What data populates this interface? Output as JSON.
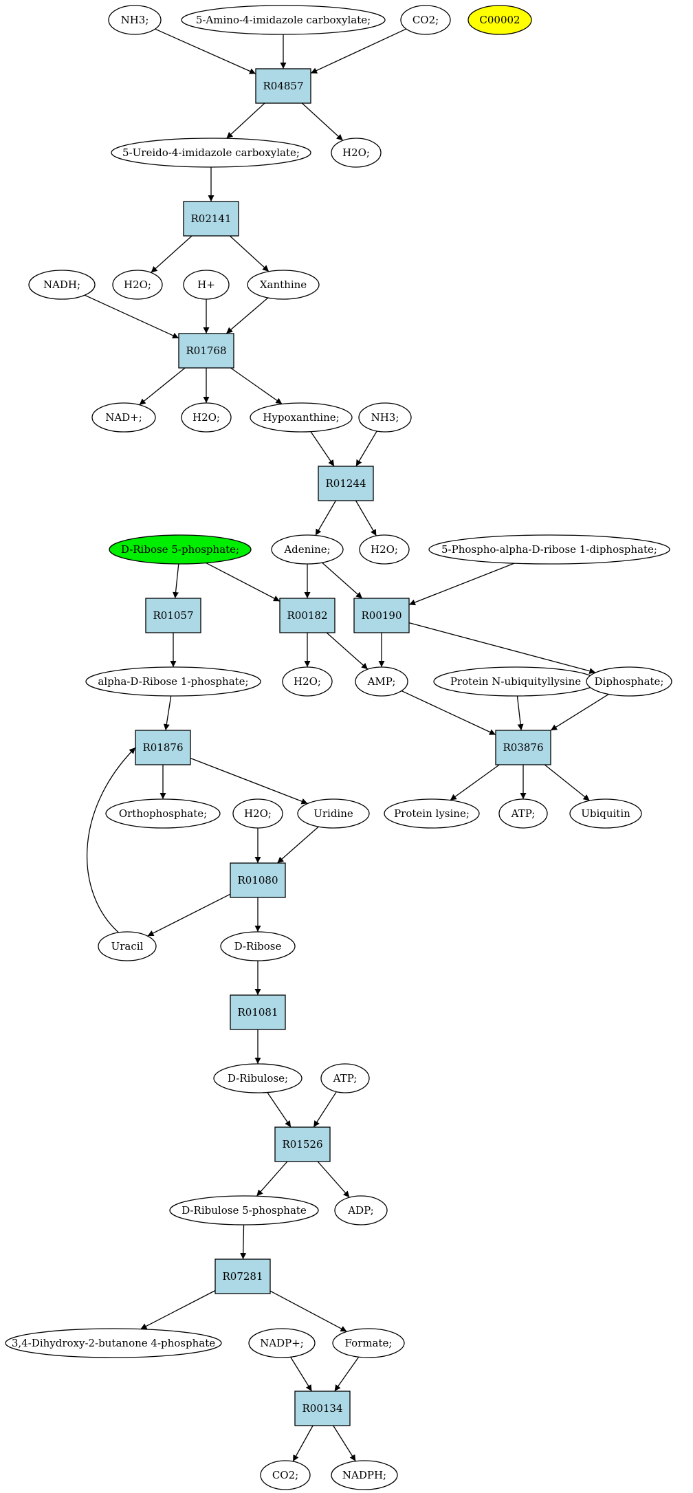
{
  "colors": {
    "reaction_fill": "#add8e6",
    "compound_fill": "#ffffff",
    "highlight_yellow": "#ffff00",
    "highlight_green": "#00ee00",
    "stroke": "#000000"
  },
  "reactions": [
    {
      "id": "R04857",
      "label": "R04857"
    },
    {
      "id": "R02141",
      "label": "R02141"
    },
    {
      "id": "R01768",
      "label": "R01768"
    },
    {
      "id": "R01244",
      "label": "R01244"
    },
    {
      "id": "R01057",
      "label": "R01057"
    },
    {
      "id": "R00182",
      "label": "R00182"
    },
    {
      "id": "R00190",
      "label": "R00190"
    },
    {
      "id": "R01876",
      "label": "R01876"
    },
    {
      "id": "R03876",
      "label": "R03876"
    },
    {
      "id": "R01080",
      "label": "R01080"
    },
    {
      "id": "R01081",
      "label": "R01081"
    },
    {
      "id": "R01526",
      "label": "R01526"
    },
    {
      "id": "R07281",
      "label": "R07281"
    },
    {
      "id": "R00134",
      "label": "R00134"
    }
  ],
  "compounds": [
    {
      "id": "c_nh3_1",
      "label": "NH3;"
    },
    {
      "id": "c_aica",
      "label": "5-Amino-4-imidazole carboxylate;"
    },
    {
      "id": "c_co2_1",
      "label": "CO2;"
    },
    {
      "id": "c_c00002",
      "label": "C00002",
      "color": "highlight_yellow"
    },
    {
      "id": "c_ureido",
      "label": "5-Ureido-4-imidazole carboxylate;"
    },
    {
      "id": "c_h2o_1",
      "label": "H2O;"
    },
    {
      "id": "c_nadh",
      "label": "NADH;"
    },
    {
      "id": "c_h2o_2",
      "label": "H2O;"
    },
    {
      "id": "c_hplus",
      "label": "H+"
    },
    {
      "id": "c_xanthine",
      "label": "Xanthine"
    },
    {
      "id": "c_nadplus",
      "label": "NAD+;"
    },
    {
      "id": "c_h2o_3",
      "label": "H2O;"
    },
    {
      "id": "c_hypoxanthine",
      "label": "Hypoxanthine;"
    },
    {
      "id": "c_nh3_2",
      "label": "NH3;"
    },
    {
      "id": "c_dribose5p",
      "label": "D-Ribose 5-phosphate;",
      "color": "highlight_green"
    },
    {
      "id": "c_adenine",
      "label": "Adenine;"
    },
    {
      "id": "c_h2o_4",
      "label": "H2O;"
    },
    {
      "id": "c_prpp",
      "label": "5-Phospho-alpha-D-ribose 1-diphosphate;"
    },
    {
      "id": "c_adr1p",
      "label": "alpha-D-Ribose 1-phosphate;"
    },
    {
      "id": "c_h2o_5",
      "label": "H2O;"
    },
    {
      "id": "c_amp",
      "label": "AMP;"
    },
    {
      "id": "c_protub",
      "label": "Protein N-ubiquityllysine"
    },
    {
      "id": "c_diphosphate",
      "label": "Diphosphate;"
    },
    {
      "id": "c_ortho",
      "label": "Orthophosphate;"
    },
    {
      "id": "c_h2o_6",
      "label": "H2O;"
    },
    {
      "id": "c_uridine",
      "label": "Uridine"
    },
    {
      "id": "c_protlys",
      "label": "Protein lysine;"
    },
    {
      "id": "c_atp_1",
      "label": "ATP;"
    },
    {
      "id": "c_ubiquitin",
      "label": "Ubiquitin"
    },
    {
      "id": "c_uracil",
      "label": "Uracil"
    },
    {
      "id": "c_dribose",
      "label": "D-Ribose"
    },
    {
      "id": "c_dribulose",
      "label": "D-Ribulose;"
    },
    {
      "id": "c_atp_2",
      "label": "ATP;"
    },
    {
      "id": "c_dribulose5p",
      "label": "D-Ribulose 5-phosphate"
    },
    {
      "id": "c_adp",
      "label": "ADP;"
    },
    {
      "id": "c_dhbp",
      "label": "3,4-Dihydroxy-2-butanone 4-phosphate"
    },
    {
      "id": "c_nadpplus",
      "label": "NADP+;"
    },
    {
      "id": "c_formate",
      "label": "Formate;"
    },
    {
      "id": "c_co2_2",
      "label": "CO2;"
    },
    {
      "id": "c_nadph",
      "label": "NADPH;"
    }
  ],
  "edges": [
    [
      "c_nh3_1",
      "R04857"
    ],
    [
      "c_aica",
      "R04857"
    ],
    [
      "c_co2_1",
      "R04857"
    ],
    [
      "R04857",
      "c_ureido"
    ],
    [
      "R04857",
      "c_h2o_1"
    ],
    [
      "c_ureido",
      "R02141"
    ],
    [
      "R02141",
      "c_h2o_2"
    ],
    [
      "R02141",
      "c_xanthine"
    ],
    [
      "c_nadh",
      "R01768"
    ],
    [
      "c_hplus",
      "R01768"
    ],
    [
      "c_xanthine",
      "R01768"
    ],
    [
      "R01768",
      "c_nadplus"
    ],
    [
      "R01768",
      "c_h2o_3"
    ],
    [
      "R01768",
      "c_hypoxanthine"
    ],
    [
      "c_hypoxanthine",
      "R01244"
    ],
    [
      "c_nh3_2",
      "R01244"
    ],
    [
      "R01244",
      "c_adenine"
    ],
    [
      "R01244",
      "c_h2o_4"
    ],
    [
      "c_dribose5p",
      "R01057"
    ],
    [
      "c_dribose5p",
      "R00182"
    ],
    [
      "c_adenine",
      "R00182"
    ],
    [
      "c_adenine",
      "R00190"
    ],
    [
      "c_prpp",
      "R00190"
    ],
    [
      "R01057",
      "c_adr1p"
    ],
    [
      "R00182",
      "c_h2o_5"
    ],
    [
      "R00182",
      "c_amp"
    ],
    [
      "R00190",
      "c_amp"
    ],
    [
      "R00190",
      "c_diphosphate"
    ],
    [
      "c_amp",
      "R03876"
    ],
    [
      "c_protub",
      "R03876"
    ],
    [
      "c_diphosphate",
      "R03876"
    ],
    [
      "R03876",
      "c_protlys"
    ],
    [
      "R03876",
      "c_atp_1"
    ],
    [
      "R03876",
      "c_ubiquitin"
    ],
    [
      "c_adr1p",
      "R01876"
    ],
    [
      "R01876",
      "c_ortho"
    ],
    [
      "R01876",
      "c_uridine"
    ],
    [
      "c_h2o_6",
      "R01080"
    ],
    [
      "c_uridine",
      "R01080"
    ],
    [
      "R01080",
      "c_uracil"
    ],
    [
      "R01080",
      "c_dribose"
    ],
    [
      "c_uracil",
      "R01876"
    ],
    [
      "c_dribose",
      "R01081"
    ],
    [
      "R01081",
      "c_dribulose"
    ],
    [
      "c_dribulose",
      "R01526"
    ],
    [
      "c_atp_2",
      "R01526"
    ],
    [
      "R01526",
      "c_dribulose5p"
    ],
    [
      "R01526",
      "c_adp"
    ],
    [
      "c_dribulose5p",
      "R07281"
    ],
    [
      "R07281",
      "c_dhbp"
    ],
    [
      "R07281",
      "c_formate"
    ],
    [
      "c_nadpplus",
      "R00134"
    ],
    [
      "c_formate",
      "R00134"
    ],
    [
      "R00134",
      "c_co2_2"
    ],
    [
      "R00134",
      "c_nadph"
    ]
  ]
}
